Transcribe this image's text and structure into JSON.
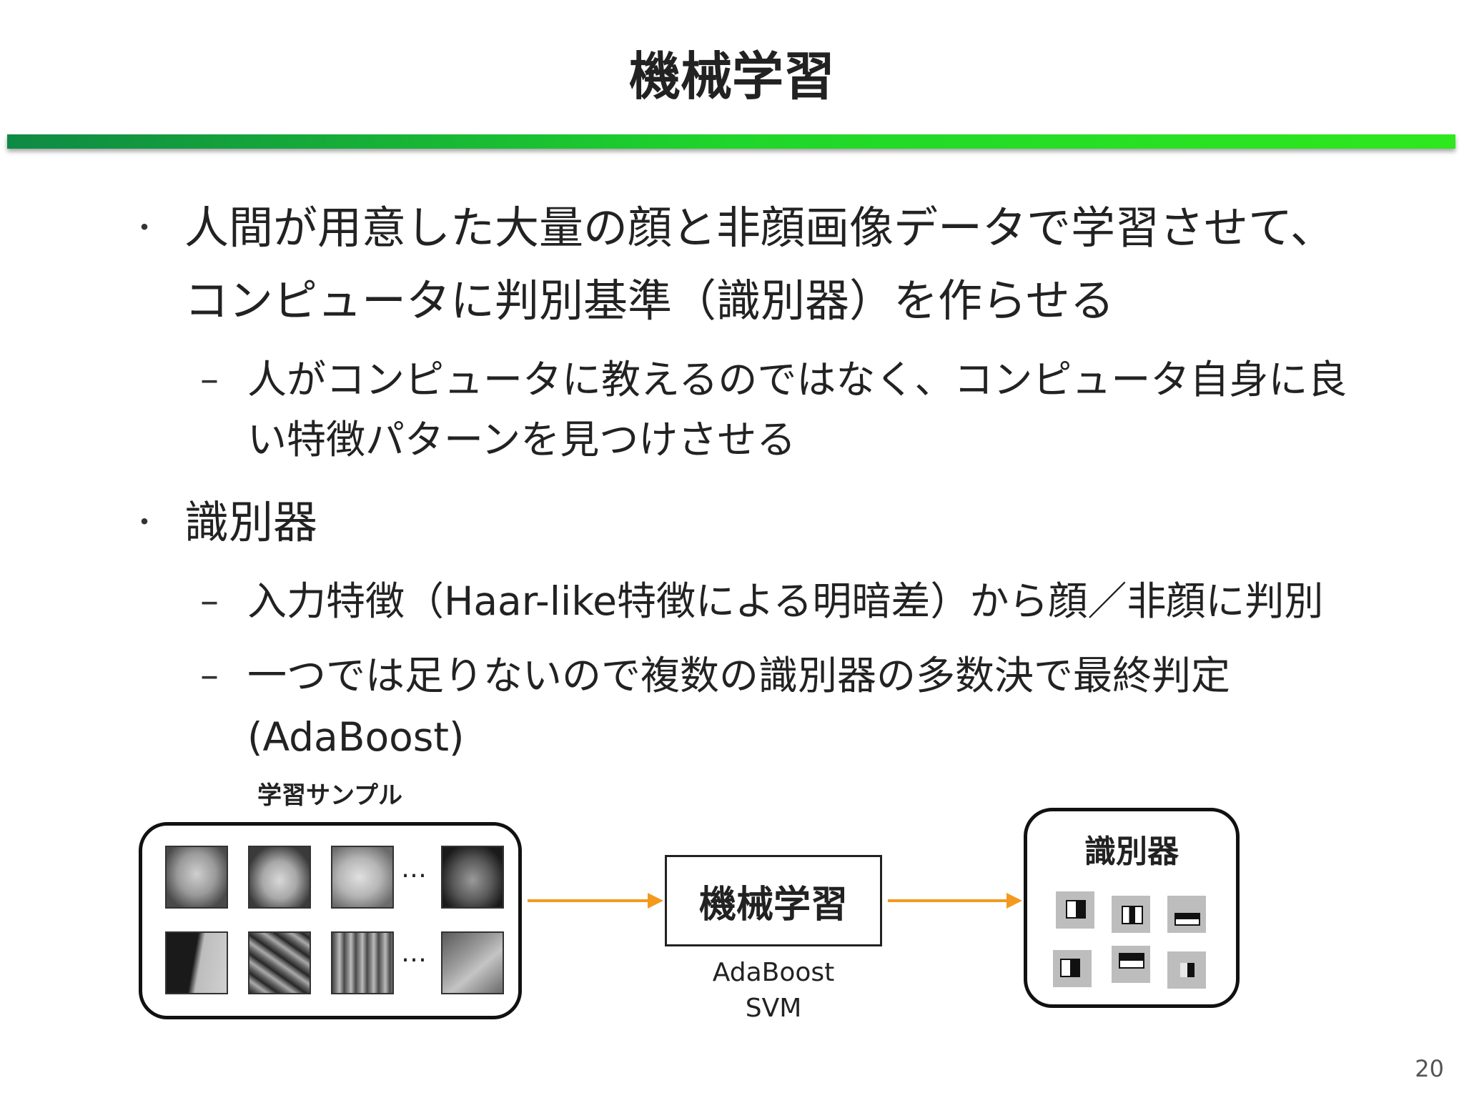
{
  "slide": {
    "title": "機械学習",
    "bullets": [
      {
        "lines": [
          "人間が用意した大量の顔と非顔画像データで学習させて、",
          "コンピュータに判別基準（識別器）を作らせる"
        ],
        "subs": [
          {
            "lines": [
              "人がコンピュータに教えるのではなく、コンピュータ自身に良",
              "い特徴パターンを見つけさせる"
            ]
          }
        ]
      },
      {
        "lines": [
          "識別器"
        ],
        "subs": [
          {
            "lines": [
              "入力特徴（Haar-like特徴による明暗差）から顔／非顔に判別"
            ]
          },
          {
            "lines": [
              "一つでは足りないので複数の識別器の多数決で最終判定",
              "(AdaBoost)"
            ]
          }
        ]
      }
    ],
    "bullet_symbol": "・",
    "dash_symbol": "–"
  },
  "diagram": {
    "samples_label": "学習サンプル",
    "ellipsis": "…",
    "ml_label": "機械学習",
    "algorithms": [
      "AdaBoost",
      "SVM"
    ],
    "classifier_label": "識別器",
    "arrow_color": "#f39a1e"
  },
  "page_number": "20"
}
